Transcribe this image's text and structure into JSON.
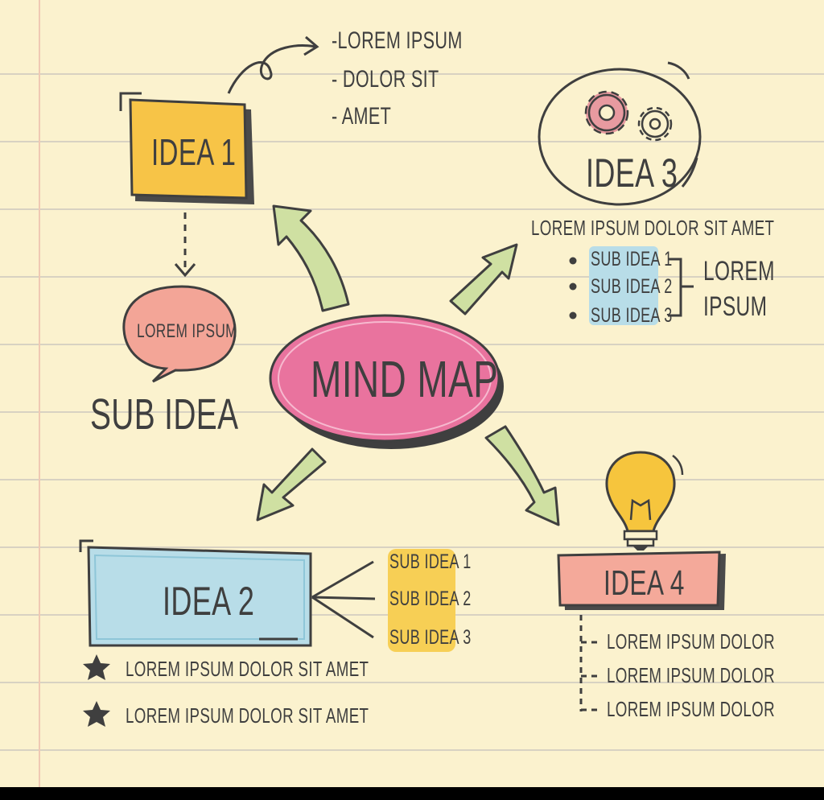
{
  "colors": {
    "paper": "#fbf2ce",
    "ink": "#3f3f3f",
    "center_pink": "#e9739e",
    "idea1_yellow": "#f7c447",
    "idea2_blue": "#b8dde8",
    "idea4_salmon": "#f4a99a",
    "bubble_salmon": "#f3a597",
    "arrow_green": "#cfe0a2",
    "bulb_yellow": "#f6c53d",
    "gear_pink": "#e89aa0"
  },
  "center": {
    "label": "MIND MAP"
  },
  "idea1": {
    "label": "IDEA 1",
    "notes": [
      "-LOREM IPSUM",
      "- DOLOR SIT",
      "- AMET"
    ]
  },
  "sub_idea": {
    "bubble_text": "LOREM IPSUM",
    "caption": "SUB IDEA"
  },
  "idea3": {
    "label": "IDEA 3",
    "icon": "gears-icon",
    "caption": "LOREM IPSUM DOLOR SIT AMET",
    "sub_items": [
      "SUB IDEA 1",
      "SUB IDEA 2",
      "SUB IDEA 3"
    ],
    "bracket_label_1": "LOREM",
    "bracket_label_2": "IPSUM"
  },
  "idea2": {
    "label": "IDEA 2",
    "sub_items": [
      "SUB IDEA 1",
      "SUB IDEA 2",
      "SUB IDEA 3"
    ],
    "star_items": [
      "LOREM IPSUM DOLOR SIT AMET",
      "LOREM IPSUM DOLOR SIT AMET"
    ]
  },
  "idea4": {
    "label": "IDEA 4",
    "icon": "lightbulb-icon",
    "list_items": [
      "LOREM IPSUM DOLOR",
      "LOREM IPSUM DOLOR",
      "LOREM IPSUM DOLOR"
    ]
  }
}
